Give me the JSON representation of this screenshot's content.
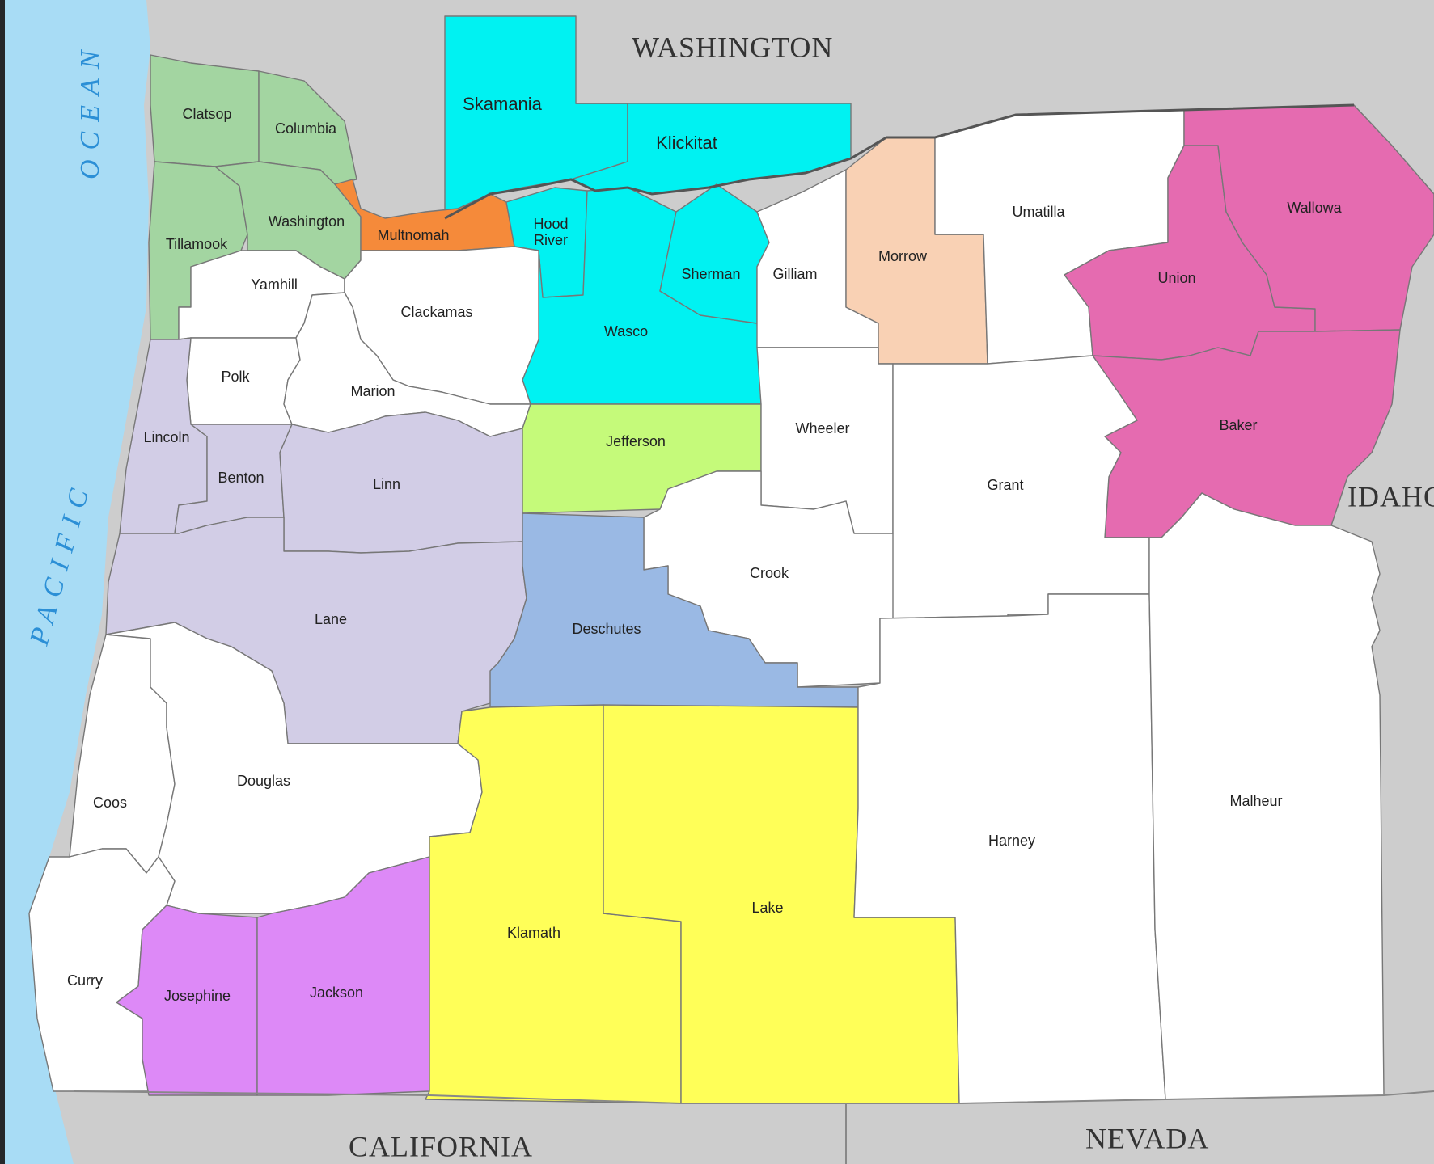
{
  "colors": {
    "background": "#25272a",
    "ocean": "#a8dcf5",
    "neighbor": "#cdcdcd",
    "plain": "#ffffff",
    "green": "#a3d5a1",
    "orange": "#f58a3a",
    "cyan": "#00f2f2",
    "peach": "#f9d1b4",
    "magenta": "#e56bb0",
    "lavender": "#d2cde6",
    "lime": "#c5fa7a",
    "blue": "#9ab9e4",
    "violet": "#dd89f7",
    "yellow": "#ffff58",
    "river": "#555555"
  },
  "map": {
    "state_labels": {
      "washington": "WASHINGTON",
      "idaho": "IDAHO",
      "california": "CALIFORNIA",
      "nevada": "NEVADA"
    },
    "ocean_label": {
      "line1": "OCEAN",
      "line2": "PACIFIC"
    },
    "counties": {
      "clatsop": "Clatsop",
      "columbia": "Columbia",
      "tillamook": "Tillamook",
      "washington": "Washington",
      "multnomah": "Multnomah",
      "skamania": "Skamania",
      "klickitat": "Klickitat",
      "hood_river": [
        "Hood",
        "River"
      ],
      "wasco": "Wasco",
      "sherman": "Sherman",
      "gilliam": "Gilliam",
      "morrow": "Morrow",
      "umatilla": "Umatilla",
      "union": "Union",
      "wallowa": "Wallowa",
      "baker": "Baker",
      "yamhill": "Yamhill",
      "clackamas": "Clackamas",
      "polk": "Polk",
      "marion": "Marion",
      "lincoln": "Lincoln",
      "benton": "Benton",
      "linn": "Linn",
      "jefferson": "Jefferson",
      "wheeler": "Wheeler",
      "grant": "Grant",
      "crook": "Crook",
      "deschutes": "Deschutes",
      "lane": "Lane",
      "douglas": "Douglas",
      "coos": "Coos",
      "curry": "Curry",
      "josephine": "Josephine",
      "jackson": "Jackson",
      "klamath": "Klamath",
      "lake": "Lake",
      "harney": "Harney",
      "malheur": "Malheur"
    }
  }
}
